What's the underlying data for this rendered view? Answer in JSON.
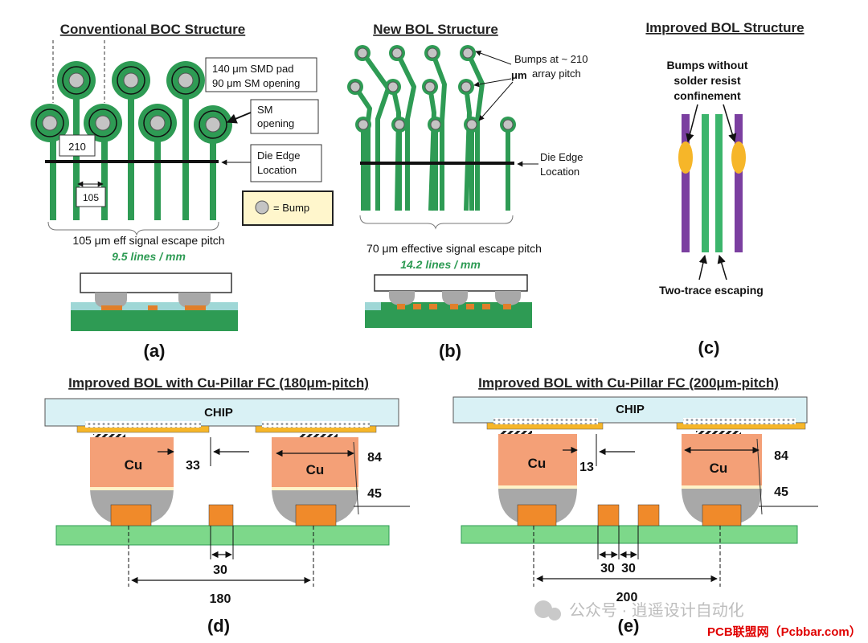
{
  "colors": {
    "trace": "#2e9b54",
    "substrate": "#3cb56c",
    "lightgreen": "#7dd88a",
    "chip": "#d9f1f5",
    "cu": "#f4a077",
    "pad": "#f08a2a",
    "solder": "#a8a8a8",
    "bump": "#c4c4c4",
    "purple": "#7b3fa0",
    "yellow": "#f6b629",
    "resist": "#9fd7d6",
    "legendbox": "#fff6cc",
    "watermark": "#e00000"
  },
  "panel_a": {
    "title": "Conventional BOC Structure",
    "callout_pad_line1": "140 μm SMD pad",
    "callout_pad_line2": "90 μm SM opening",
    "callout_sm_line1": "SM",
    "callout_sm_line2": "opening",
    "callout_die_line1": "Die Edge",
    "callout_die_line2": "Location",
    "dim_210": "210",
    "dim_105": "105",
    "legend": "= Bump",
    "pitch_text": "105 μm eff signal escape pitch",
    "lines_text": "9.5 lines / mm",
    "label": "(a)"
  },
  "panel_b": {
    "title": "New BOL Structure",
    "callout_bumps_line1": "Bumps at ~ 210",
    "callout_bumps_line2": "μm",
    "callout_bumps_line3": "array pitch",
    "callout_die_line1": "Die Edge",
    "callout_die_line2": "Location",
    "pitch_text": "70 μm effective signal escape pitch",
    "lines_text": "14.2 lines / mm",
    "label": "(b)"
  },
  "panel_c": {
    "title": "Improved BOL Structure",
    "note_line1": "Bumps without",
    "note_line2": "solder resist",
    "note_line3": "confinement",
    "bottom_note": "Two-trace escaping",
    "label": "(c)"
  },
  "panel_d": {
    "title": "Improved BOL with Cu-Pillar FC (180μm-pitch)",
    "chip": "CHIP",
    "cu": "Cu",
    "dim_gap": "33",
    "dim_top": "84",
    "dim_height": "45",
    "dim_trace": "30",
    "dim_pitch": "180",
    "label": "(d)"
  },
  "panel_e": {
    "title": "Improved BOL with Cu-Pillar FC (200μm-pitch)",
    "chip": "CHIP",
    "cu": "Cu",
    "dim_gap": "13",
    "dim_top": "84",
    "dim_height": "45",
    "dim_trace1": "30",
    "dim_trace2": "30",
    "dim_pitch": "200",
    "label": "(e)"
  },
  "watermark": {
    "wechat": "公众号 · 逍遥设计自动化",
    "site": "PCB联盟网（Pcbbar.com）"
  }
}
